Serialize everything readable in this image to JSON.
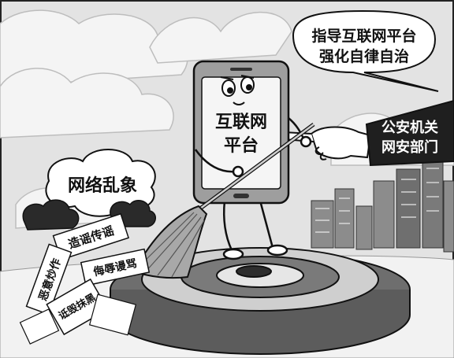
{
  "speech_bubble": {
    "line1": "指导互联网平台",
    "line2": "强化自律自治"
  },
  "sign": {
    "line1": "公安机关",
    "line2": "网安部门"
  },
  "phone": {
    "line1": "互联网",
    "line2": "平台"
  },
  "cloud": {
    "label": "网络乱象"
  },
  "papers": [
    {
      "text": "造谣传谣"
    },
    {
      "text": "恶意炒作"
    },
    {
      "text": "侮辱谩骂"
    },
    {
      "text": "诋毁抹黑"
    }
  ],
  "colors": {
    "sky": "#dcdcdc",
    "ink": "#111111",
    "sign_bg": "#1f1f1f",
    "sign_text": "#ffffff"
  }
}
